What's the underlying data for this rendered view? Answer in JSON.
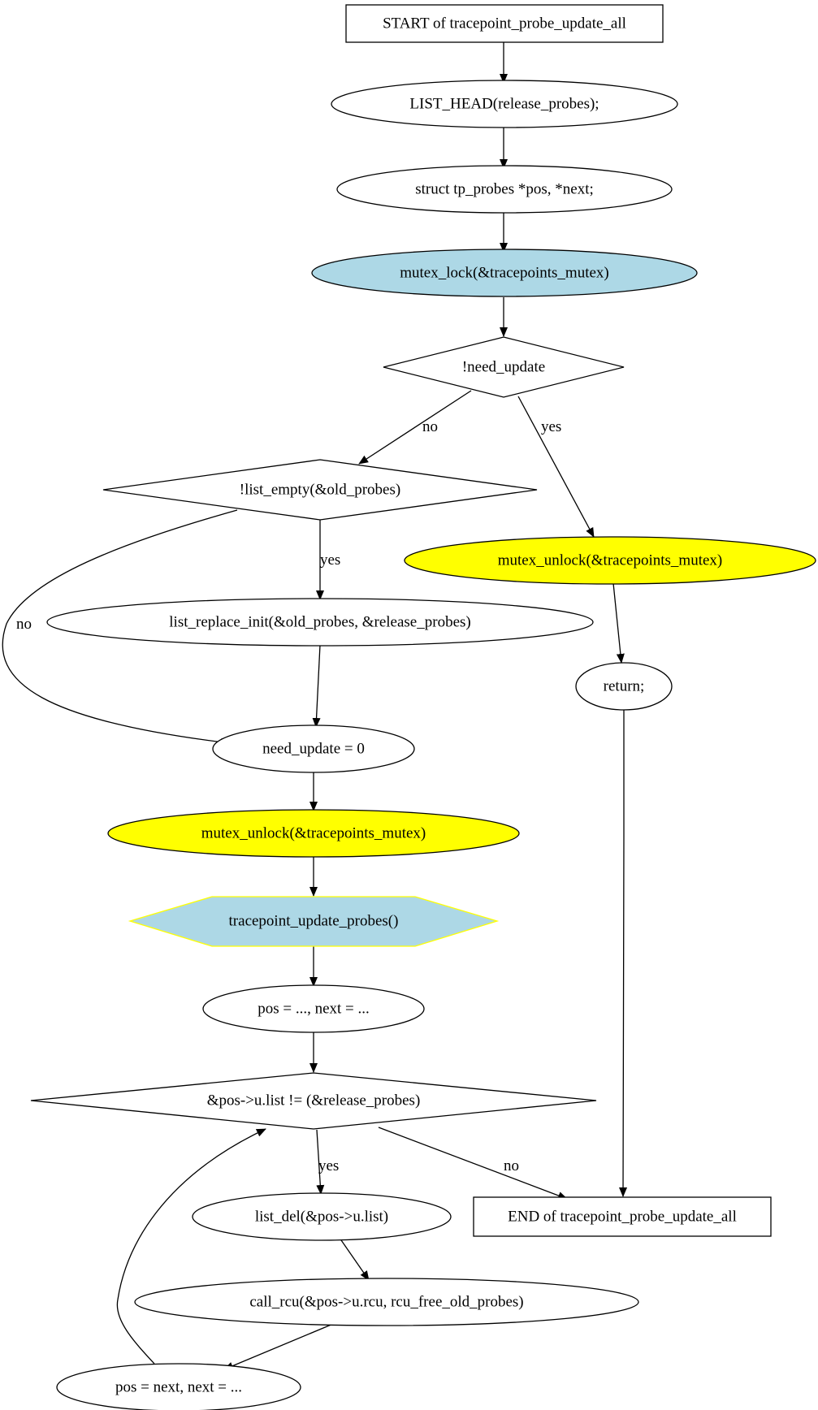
{
  "colors": {
    "background": "#ffffff",
    "stroke": "#000000",
    "lightblue": "#add8e6",
    "yellow": "#ffff00",
    "hexagon_border": "#ffff00"
  },
  "nodes": {
    "start": "START of tracepoint_probe_update_all",
    "list_head": "LIST_HEAD(release_probes);",
    "decl": "struct tp_probes *pos, *next;",
    "mutex_lock": "mutex_lock(&tracepoints_mutex)",
    "need_update_check": "!need_update",
    "list_empty_check": "!list_empty(&old_probes)",
    "mutex_unlock_right": "mutex_unlock(&tracepoints_mutex)",
    "list_replace": "list_replace_init(&old_probes, &release_probes)",
    "return_stmt": "return;",
    "set_need_update": "need_update = 0",
    "mutex_unlock_left": "mutex_unlock(&tracepoints_mutex)",
    "update_probes": "tracepoint_update_probes()",
    "pos_init": "pos = ..., next = ...",
    "loop_check": "&pos->u.list != (&release_probes)",
    "list_del": "list_del(&pos->u.list)",
    "end": "END of tracepoint_probe_update_all",
    "call_rcu": "call_rcu(&pos->u.rcu, rcu_free_old_probes)",
    "pos_next": "pos = next, next = ..."
  },
  "edge_labels": {
    "need_update_no": "no",
    "need_update_yes": "yes",
    "list_empty_yes": "yes",
    "list_empty_no": "no",
    "loop_yes": "yes",
    "loop_no": "no"
  }
}
